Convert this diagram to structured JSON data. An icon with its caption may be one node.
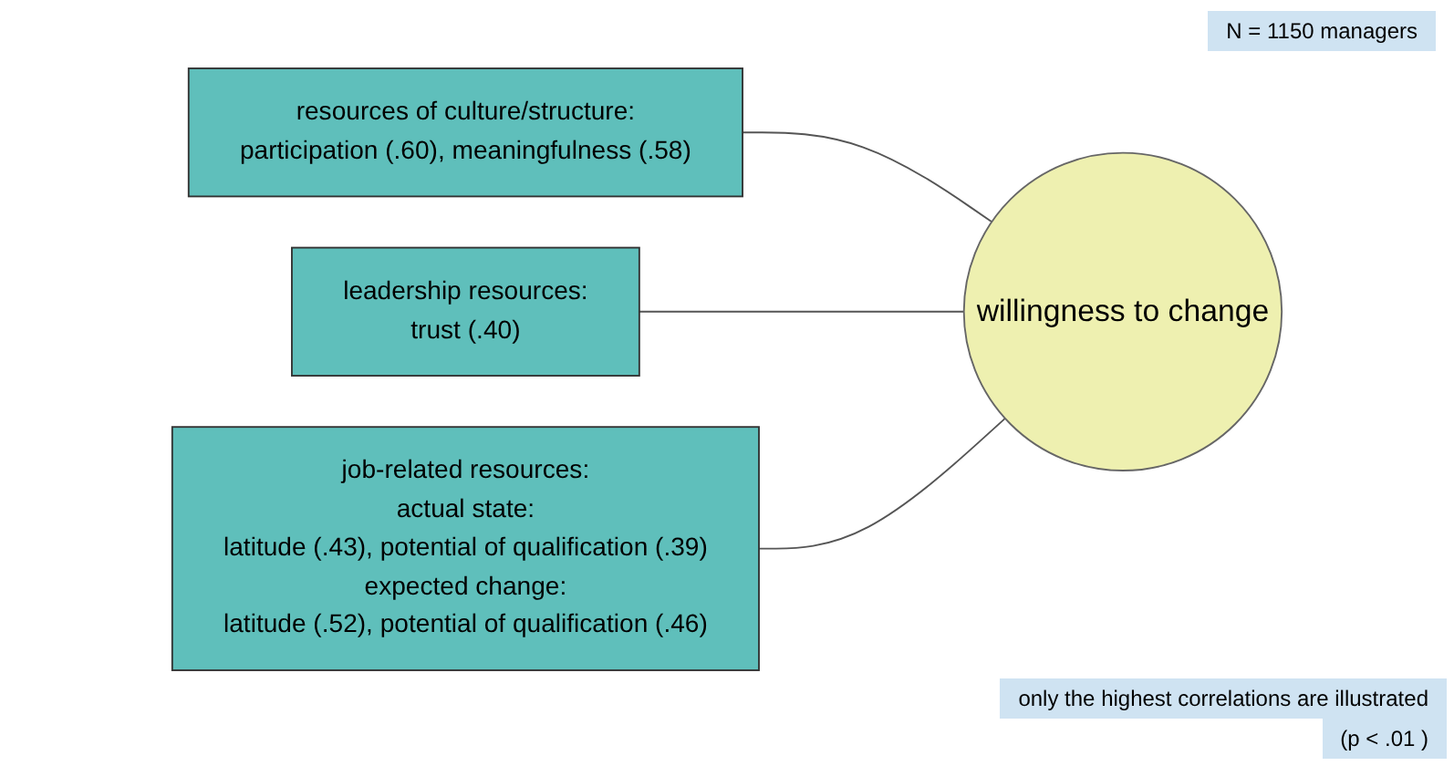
{
  "diagram": {
    "nodes": [
      {
        "text": [
          "resources of culture/structure:",
          "participation (.60), meaningfulness (.58)"
        ]
      },
      {
        "text": [
          "leadership resources:",
          "trust (.40)"
        ]
      },
      {
        "text": [
          "job-related resources:",
          "actual state:",
          "latitude (.43), potential of qualification (.39)",
          "expected change:",
          "latitude (.52), potential of qualification (.46)"
        ]
      },
      {
        "text": [
          "willingness to change"
        ]
      }
    ],
    "edges": [
      {
        "from": 0,
        "to": 3,
        "arrow": "none"
      },
      {
        "from": 1,
        "to": 3,
        "arrow": "none"
      },
      {
        "from": 2,
        "to": 3,
        "arrow": "none"
      }
    ],
    "labels": [
      "N = 1150 managers",
      "only the highest correlations are illustrated",
      "(p < .01 )"
    ]
  }
}
